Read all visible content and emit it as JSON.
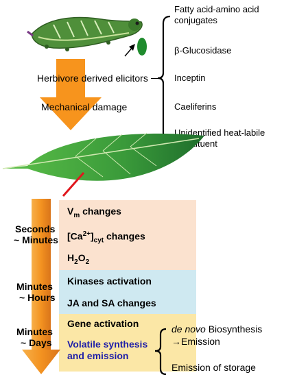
{
  "elicitor_list": {
    "item1": "Fatty acid-amino acid conjugates",
    "item2": "β-Glucosidase",
    "item3": "Inceptin",
    "item4": "Caeliferins",
    "item5": "Unidentified heat-labile constituent"
  },
  "labels": {
    "elicitors": "Herbivore derived elicitors",
    "damage": "Mechanical damage"
  },
  "timescale": {
    "seconds": "Seconds",
    "seconds_sub": "~ Minutes",
    "minutes1": "Minutes",
    "minutes1_sub": "~ Hours",
    "minutes2": "Minutes",
    "minutes2_sub": "~ Days"
  },
  "responses": {
    "vm": "V",
    "vm_sub": "m",
    "vm_rest": " changes",
    "ca_open": "[Ca",
    "ca_sup": "2+",
    "ca_close": "]",
    "ca_sub": "cyt",
    "ca_rest": " changes",
    "h2o2_a": "H",
    "h2o2_s1": "2",
    "h2o2_b": "O",
    "h2o2_s2": "2",
    "kinases": "Kinases activation",
    "ja_sa": "JA and SA changes",
    "gene": "Gene activation",
    "volatile_line1": "Volatile synthesis",
    "volatile_line2": "and emission"
  },
  "outcomes": {
    "denovo_italic": "de novo",
    "denovo_rest": " Biosynthesis",
    "emission": "→Emission",
    "storage": "Emission of storage"
  },
  "colors": {
    "band_early": "#fbe2cf",
    "band_mid": "#cfe9f1",
    "band_late": "#fbe7a6",
    "arrow": "#f7941d",
    "volatile_text": "#1f1fa8",
    "damage_line": "#e0161c"
  }
}
